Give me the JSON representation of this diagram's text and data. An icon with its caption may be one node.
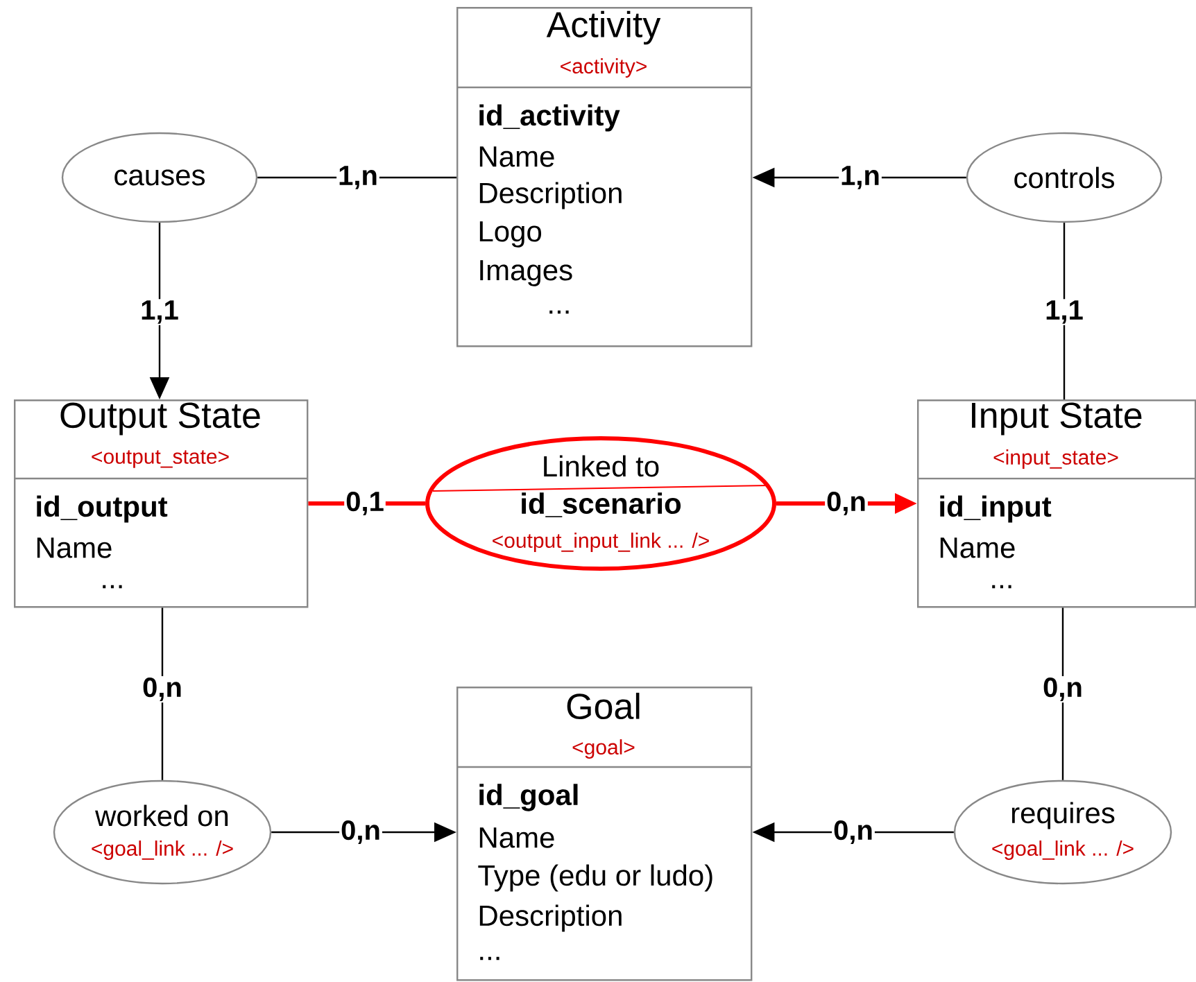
{
  "diagram": {
    "nodes": [
      {
        "text": [
          "Activity",
          "<activity>",
          "id_activity",
          "Name",
          "Description",
          "Logo",
          "Images",
          "..."
        ]
      },
      {
        "text": [
          "causes"
        ]
      },
      {
        "text": [
          "controls"
        ]
      },
      {
        "text": [
          "Output State",
          "<output_state>",
          "id_output",
          "Name",
          "..."
        ]
      },
      {
        "text": [
          "Linked to",
          "id_scenario",
          "<output_input_link ... />"
        ]
      },
      {
        "text": [
          "Input State",
          "<input_state>",
          "id_input",
          "Name",
          "..."
        ]
      },
      {
        "text": [
          "Goal",
          "<goal>",
          "id_goal",
          "Name",
          "Type (edu or ludo)",
          "Description",
          "..."
        ]
      },
      {
        "text": [
          "worked on",
          "<goal_link ... />"
        ]
      },
      {
        "text": [
          "requires",
          "<goal_link ... />"
        ]
      }
    ],
    "edges": [
      {
        "from": 1,
        "to": 0,
        "arrow": "none",
        "label": "1,n"
      },
      {
        "from": 2,
        "to": 0,
        "arrow": "to",
        "label": "1,n"
      },
      {
        "from": 1,
        "to": 3,
        "arrow": "to",
        "label": "1,1"
      },
      {
        "from": 2,
        "to": 5,
        "arrow": "none",
        "label": "1,1"
      },
      {
        "from": 3,
        "to": 4,
        "arrow": "none",
        "label": "0,1",
        "style": "thick",
        "color": "#ff0000"
      },
      {
        "from": 4,
        "to": 5,
        "arrow": "to",
        "label": "0,n",
        "style": "thick",
        "color": "#ff0000"
      },
      {
        "from": 3,
        "to": 7,
        "arrow": "none",
        "label": "0,n"
      },
      {
        "from": 7,
        "to": 6,
        "arrow": "to",
        "label": "0,n"
      },
      {
        "from": 8,
        "to": 6,
        "arrow": "to",
        "label": "0,n"
      },
      {
        "from": 5,
        "to": 8,
        "arrow": "none",
        "label": "0,n"
      }
    ]
  }
}
